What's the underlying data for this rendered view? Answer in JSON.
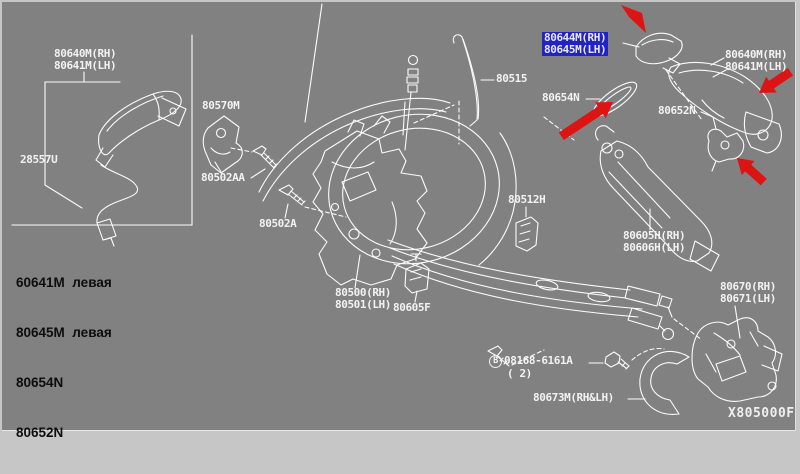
{
  "colors": {
    "canvas_bg": "#818181",
    "frame_bg": "#c6c6c6",
    "line_art": "#fbfbfb",
    "label_text": "#f2f2f2",
    "legend_text": "#0d0d0d",
    "highlight_bg": "#2323c1",
    "arrow_red": "#dc1414"
  },
  "diagram_code": "X805000F",
  "legend": {
    "items": {
      "l1": "60641M  левая",
      "l2": "80645M  левая",
      "l3": "80654N",
      "l4": "80652N"
    }
  },
  "labels": {
    "handle_left": {
      "line1": "80640M(RH)",
      "line2": "80641M(LH)"
    },
    "bracket": {
      "text": "80570M"
    },
    "cable_28557": {
      "text": "28557U"
    },
    "screw_aa": {
      "text": "80502AA"
    },
    "screw_a": {
      "text": "80502A"
    },
    "rod_80515": {
      "text": "80515"
    },
    "handle_cap": {
      "line1": "80644M(RH)",
      "line2": "80645M(LH)",
      "selected": true
    },
    "gasket": {
      "text": "80654N"
    },
    "handle_right": {
      "line1": "80640M(RH)",
      "line2": "80641M(LH)"
    },
    "protector": {
      "text": "80652N"
    },
    "clip_80512": {
      "text": "80512H"
    },
    "rod_assy": {
      "line1": "80605H(RH)",
      "line2": "80606H(LH)"
    },
    "lock_assy": {
      "line1": "80500(RH)",
      "line2": "80501(LH)"
    },
    "clip_f": {
      "text": "80605F"
    },
    "actuator": {
      "line1": "80670(RH)",
      "line2": "80671(LH)"
    },
    "bolt": {
      "symbol": "B",
      "number": "08168-6161A",
      "qty": "( 2)"
    },
    "cover": {
      "text": "80673M(RH&LH)"
    }
  }
}
